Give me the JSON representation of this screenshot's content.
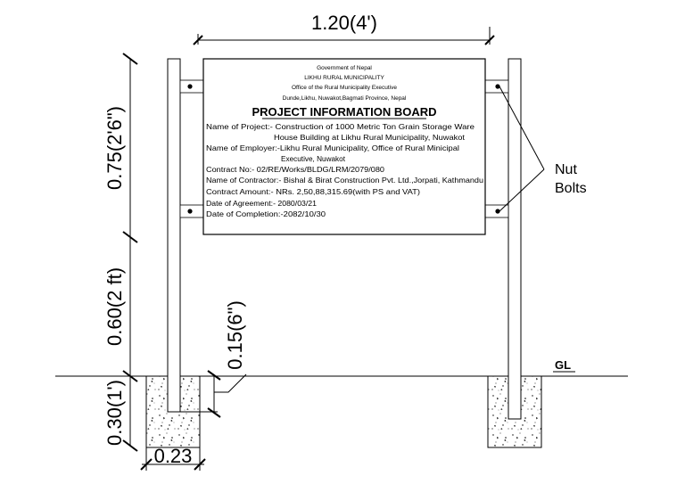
{
  "header": {
    "line1": "Government of Nepal",
    "line2": "LIKHU RURAL MUNICIPALITY",
    "line3": "Office of the Rural Municipality Executive",
    "line4": "Dunde,Likhu, Nuwakot,Bagmati Province, Nepal"
  },
  "board": {
    "title": "PROJECT INFORMATION BOARD",
    "project_line1": "Name of Project:- Construction of 1000 Metric Ton Grain Storage Ware",
    "project_line2": "House Building at Likhu Rural Municipality, Nuwakot",
    "employer_line1": "Name of Employer:-Likhu Rural Municipality, Office of Rural Minicipal",
    "employer_line2": "Executive, Nuwakot",
    "contract_no": "Contract No:- 02/RE/Works/BLDG/LRM/2079/080",
    "contractor": "Name of Contractor:- Bishal & Birat Construction Pvt. Ltd.,Jorpati, Kathmandu",
    "amount": "Contract Amount:- NRs. 2,50,88,315.69(with PS and VAT)",
    "agreement": "Date of Agreement:-  2080/03/21",
    "completion": "Date of Completion:-2082/10/30"
  },
  "dimensions": {
    "board_width": "1.20(4')",
    "board_height": "0.75(2'6\")",
    "clear_height": "0.60(2 ft)",
    "embed_depth": "0.30(1')",
    "footing_width": "0.23",
    "post_embed": "0.15(6\")"
  },
  "labels": {
    "nut": "Nut",
    "bolts": "Bolts",
    "ground_level": "GL"
  }
}
